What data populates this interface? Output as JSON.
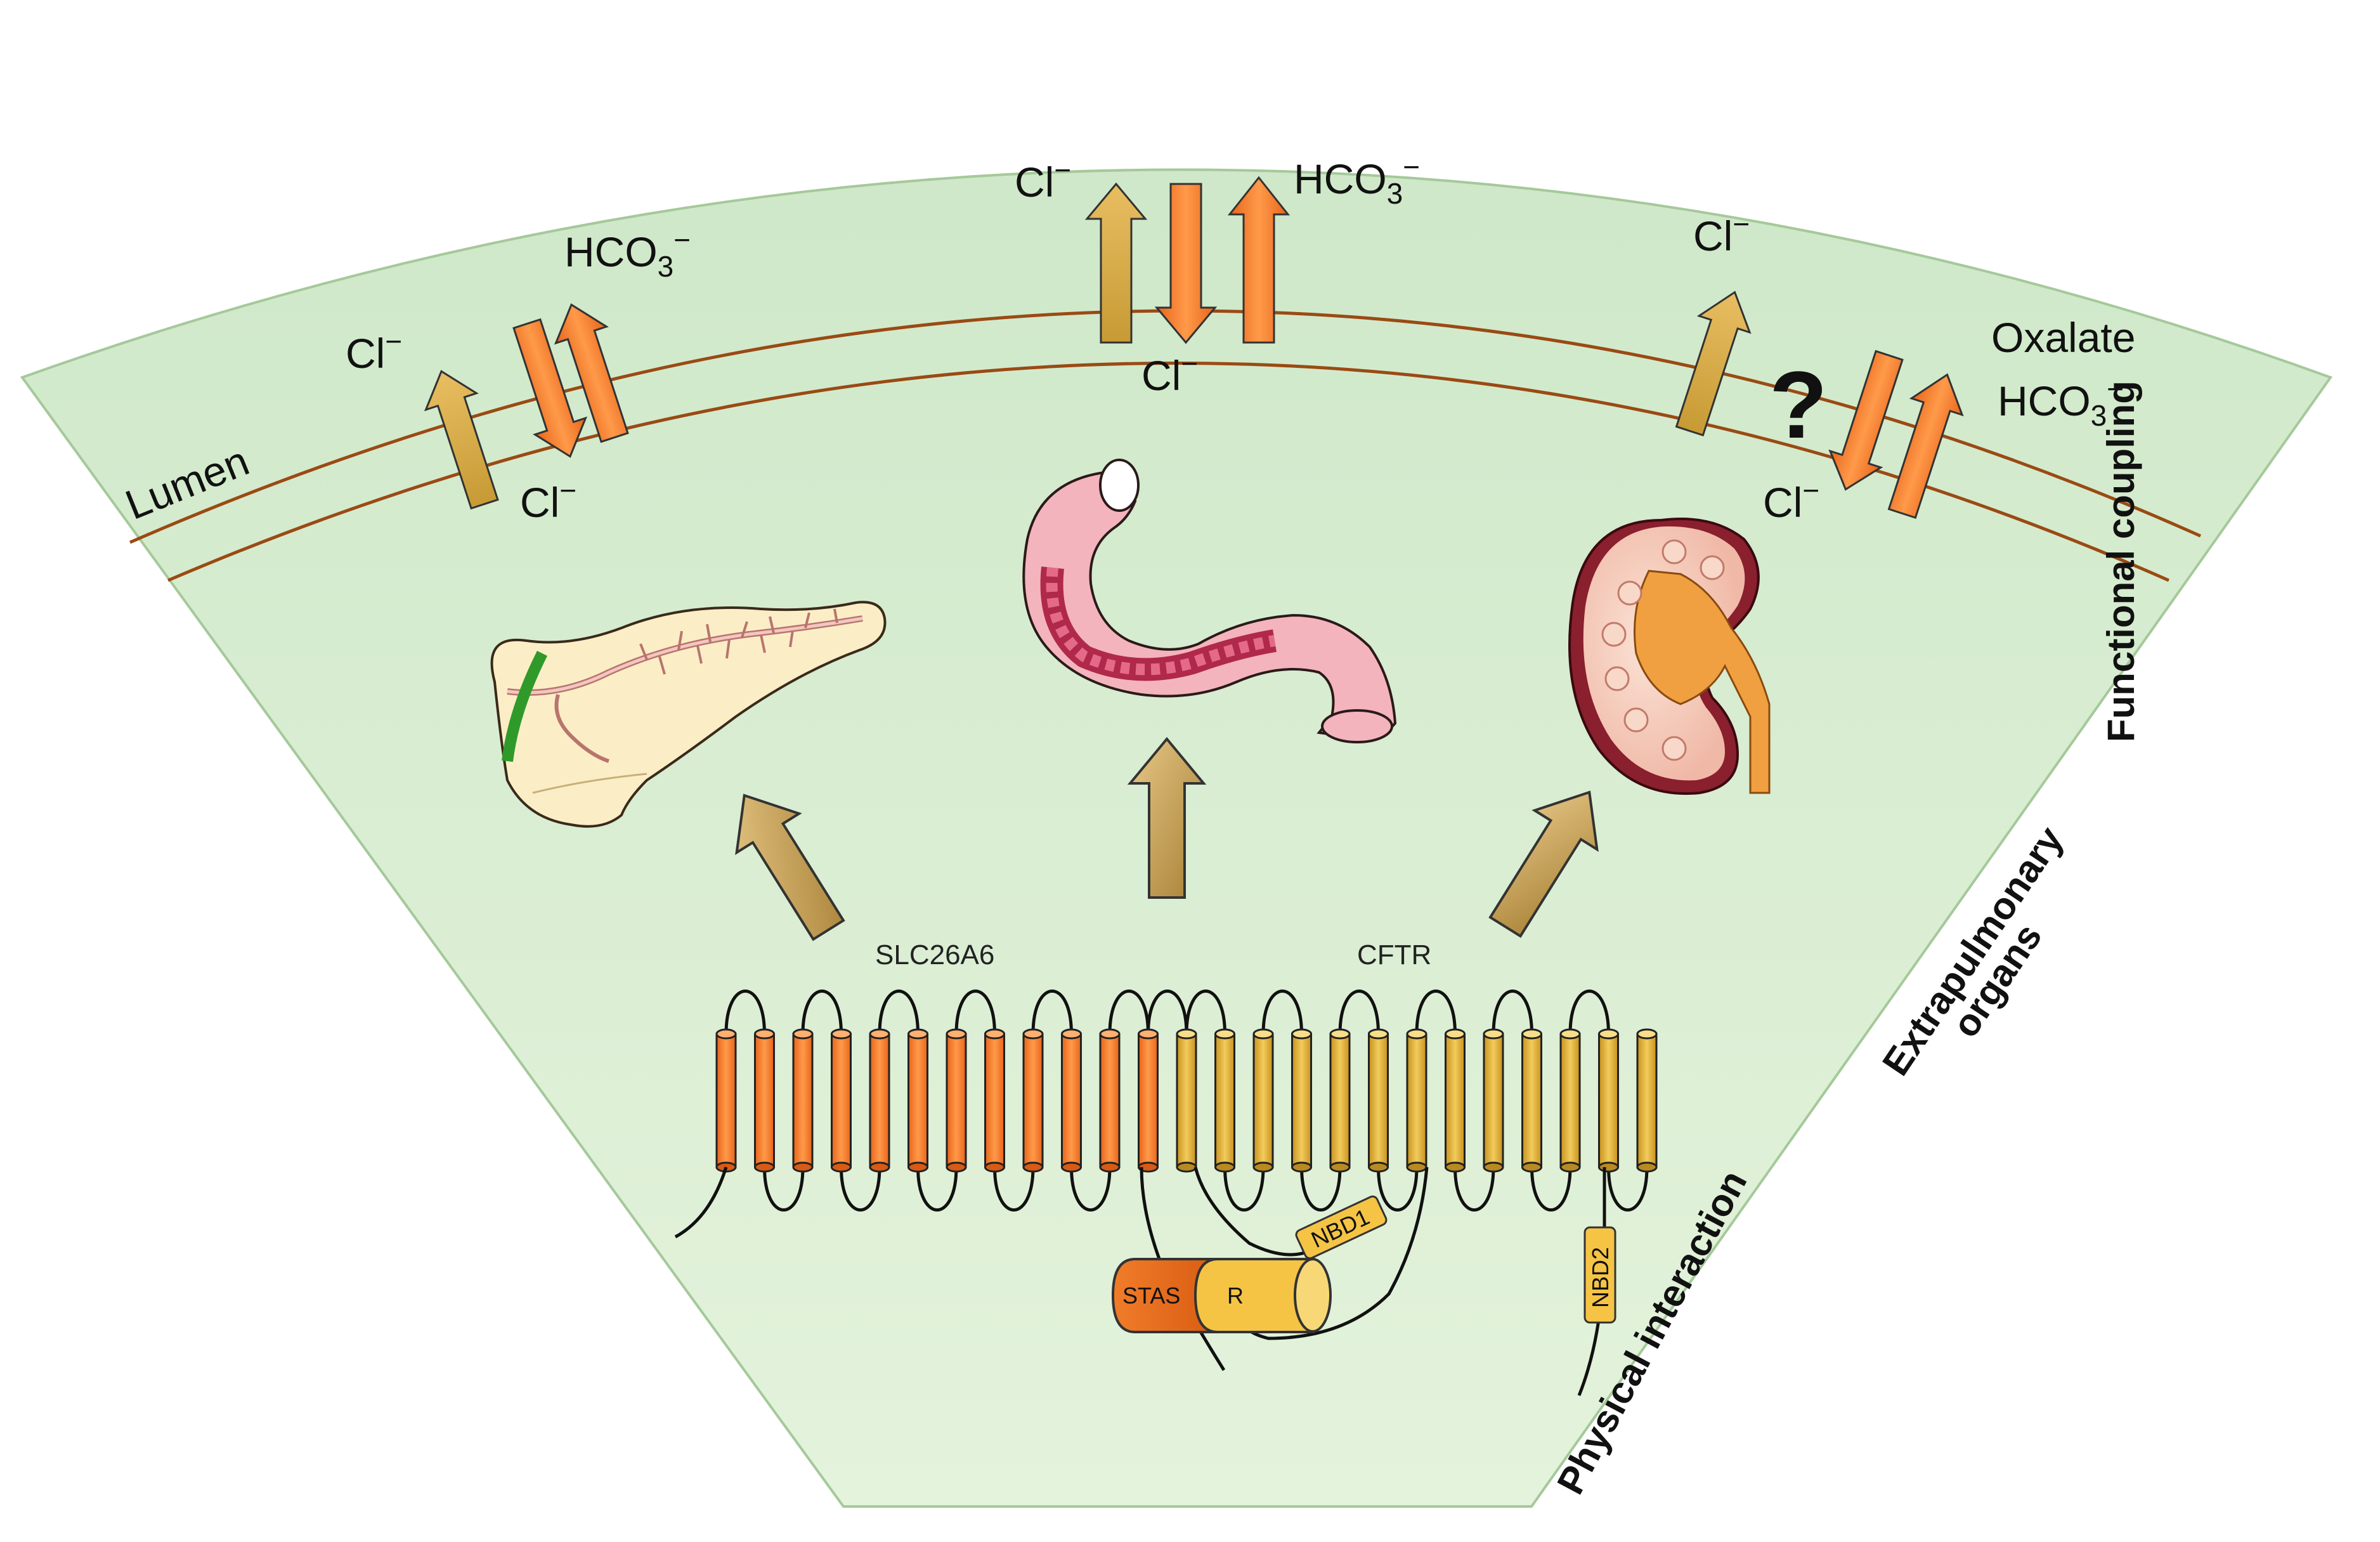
{
  "labels": {
    "lumen": "Lumen",
    "cl": "Cl",
    "minus": "−",
    "hco3_base": "HCO",
    "hco3_sub": "3",
    "oxalate": "Oxalate",
    "question": "?",
    "slc26a6": "SLC26A6",
    "cftr": "CFTR",
    "stas": "STAS",
    "r": "R",
    "nbd1": "NBD1",
    "nbd2": "NBD2"
  },
  "side_labels": {
    "functional": "Functional coupling",
    "extrapulmonary_1": "Extrapulmonary",
    "extrapulmonary_2": "organs",
    "physical": "Physical interaction"
  },
  "organs": [
    "pancreas",
    "intestine",
    "kidney"
  ],
  "colors": {
    "background": "#d9eed3",
    "background_edge": "#cfe7c6",
    "membrane": "#9a4a14",
    "slc26a6": "#f07c2a",
    "cftr": "#d9aa3a",
    "arrow_tan": "#c8a560"
  }
}
